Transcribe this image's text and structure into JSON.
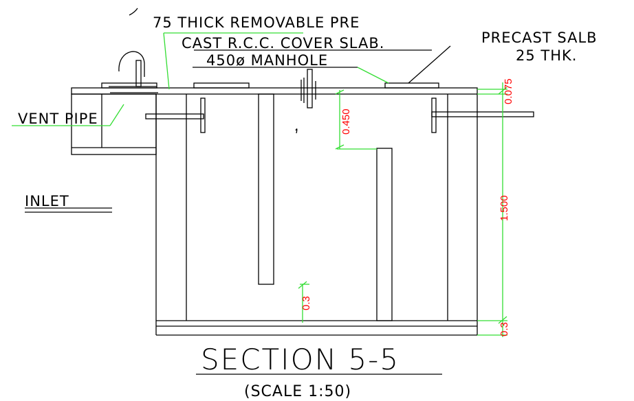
{
  "notes": {
    "cover_line1": "75 THICK REMOVABLE PRE",
    "cover_line2": "CAST R.C.C. COVER SLAB.",
    "manhole": "450ø MANHOLE",
    "precast_line1": "PRECAST SALB",
    "precast_line2": "25 THK.",
    "vent_pipe": "VENT PIPE",
    "inlet": "INLET"
  },
  "dimensions": {
    "top_slab": "0.075",
    "drop": "0.450",
    "depth": "1.500",
    "baffle_gap": "0.3",
    "base": "0.3"
  },
  "title": {
    "main": "SECTION 5-5",
    "scale": "(SCALE 1:50)"
  },
  "colors": {
    "line": "#000000",
    "leader": "#33dd33",
    "dimension_text": "#ff0000"
  }
}
